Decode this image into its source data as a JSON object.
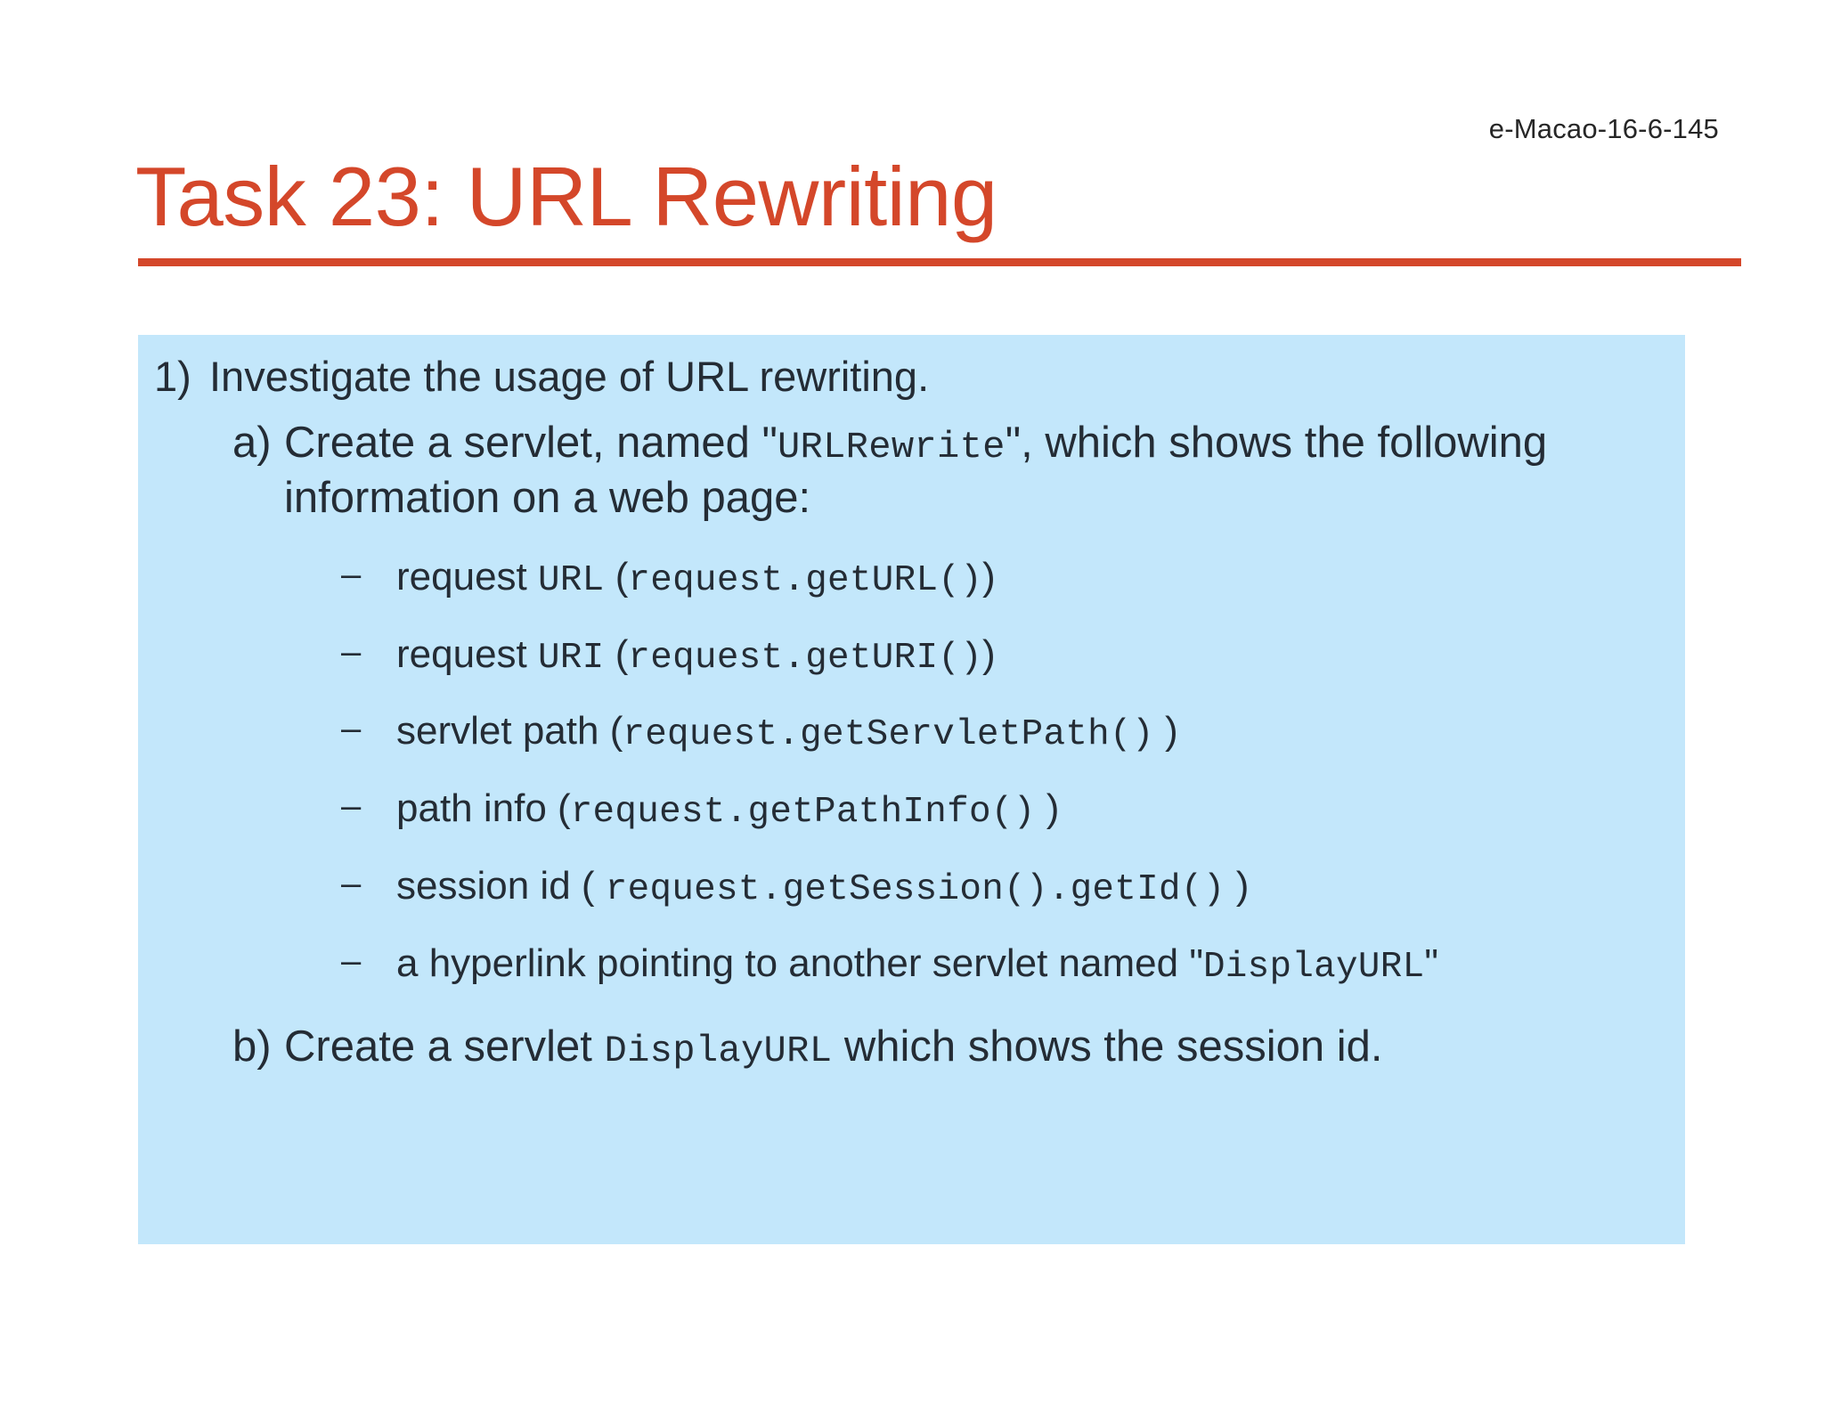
{
  "slide": {
    "header_code": "e-Macao-16-6-145",
    "title": "Task 23: URL Rewriting",
    "colors": {
      "title": "#D4472A",
      "rule": "#D4472A",
      "panel_background": "#C3E7FB",
      "body_text": "#242C35",
      "header_text": "#262626"
    },
    "content": {
      "item1": {
        "marker": "1)",
        "text": "Investigate the usage of URL rewriting."
      },
      "item_a": {
        "marker": "a)",
        "text_before_code": "Create a servlet, named \"",
        "code": "URLRewrite",
        "text_after_code": "\", which shows the following information on a web page:"
      },
      "bullets": [
        {
          "marker": "–",
          "label": "request ",
          "code_label": "URL",
          "paren_open": " (",
          "code_call": "request.getURL()",
          "paren_close": ")"
        },
        {
          "marker": "–",
          "label": "request ",
          "code_label": "URI",
          "paren_open": " (",
          "code_call": "request.getURI()",
          "paren_close": ")"
        },
        {
          "marker": "–",
          "label": "servlet path",
          "code_label": "",
          "paren_open": " (",
          "code_call": "request.getServletPath()",
          "paren_close": " )"
        },
        {
          "marker": "–",
          "label": "path info",
          "code_label": "",
          "paren_open": " (",
          "code_call": "request.getPathInfo()",
          "paren_close": " )"
        },
        {
          "marker": "–",
          "label": "session id",
          "code_label": "",
          "paren_open": " ( ",
          "code_call": "request.getSession().getId()",
          "paren_close": " )"
        }
      ],
      "bullet_hyperlink": {
        "marker": "–",
        "text_before_code": "a hyperlink pointing to another servlet named \"",
        "code": "DisplayURL",
        "text_after_code": "\""
      },
      "item_b": {
        "marker": "b)",
        "text_before_code": "Create a servlet ",
        "code": "DisplayURL",
        "text_after_code": " which shows the session id."
      }
    }
  }
}
